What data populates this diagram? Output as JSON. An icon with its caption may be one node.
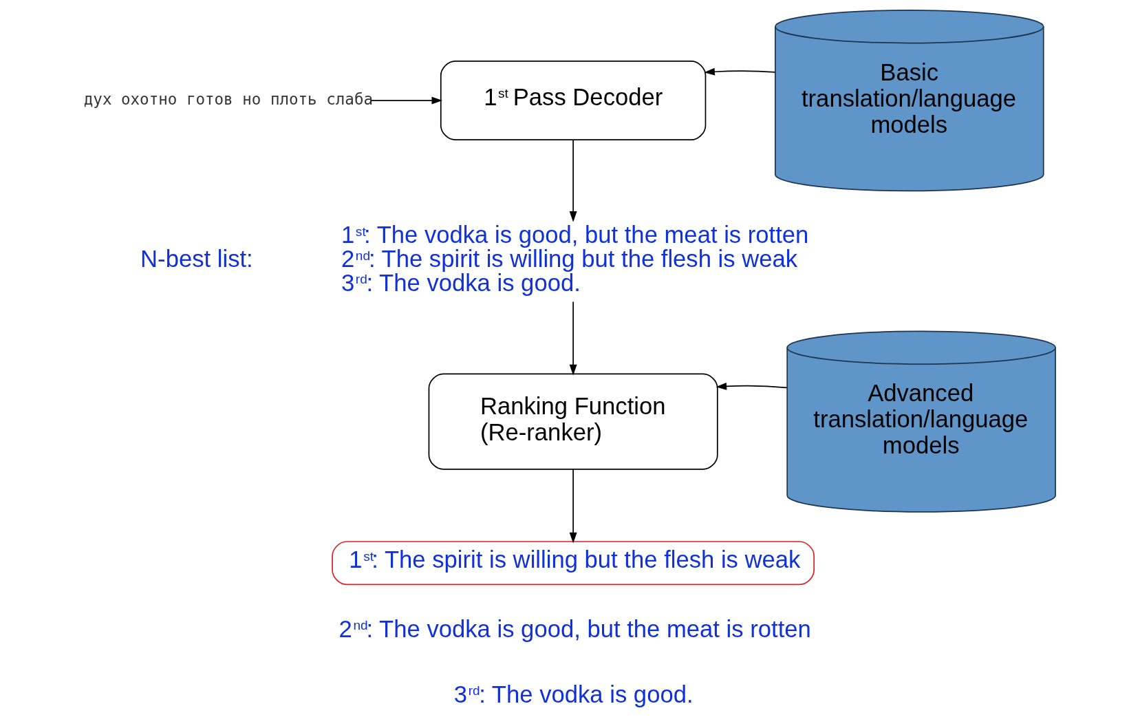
{
  "diagram": {
    "nodes": [
      {
        "text": [
          "дух охотно готов но плоть слаба"
        ]
      },
      {
        "text": [
          "1$^{st}$ Pass Decoder"
        ]
      },
      {
        "text": [
          "Basic translation/language models"
        ]
      },
      {
        "text": [
          "1$^{st}$: The vodka is good, but the meat is rotten",
          "2$^{nd}$: The spirit is willing but the flesh is weak",
          "3$^{rd}$: The vodka is good."
        ],
        "beside": [
          "N-best list:"
        ]
      },
      {
        "text": [
          "Ranking Function (Re-ranker)"
        ]
      },
      {
        "text": [
          "Advanced translation/language models"
        ]
      },
      {
        "text": [
          "1$^{st}$: The spirit is willing but the flesh is weak"
        ]
      }
    ],
    "edges": [
      {
        "from": 0,
        "to": 1,
        "arrow": "to"
      },
      {
        "from": 2,
        "to": 1,
        "arrow": "to"
      },
      {
        "from": 1,
        "to": 3,
        "arrow": "to"
      },
      {
        "from": 3,
        "to": 4,
        "arrow": "to"
      },
      {
        "from": 5,
        "to": 4,
        "arrow": "to"
      },
      {
        "from": 4,
        "to": 6,
        "arrow": "to"
      }
    ],
    "labels": [
      "2$^{nd}$: The vodka is good, but the meat is rotten",
      "3$^{rd}$: The vodka is good."
    ]
  }
}
